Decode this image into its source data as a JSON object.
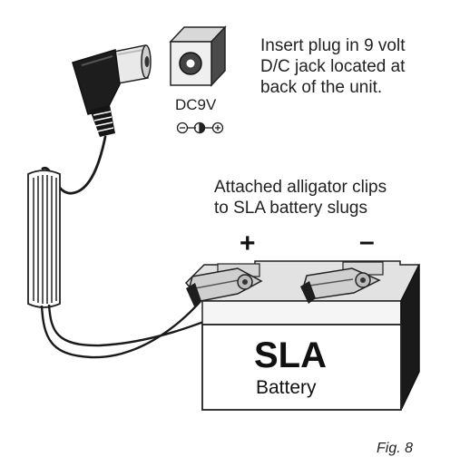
{
  "instruction_plug": [
    "Insert plug in 9 volt",
    "D/C jack located at",
    "back of the unit."
  ],
  "instruction_clips": [
    "Attached alligator clips",
    "to SLA battery slugs"
  ],
  "jack": {
    "label": "DC9V",
    "polarity": "⊖-◐-⊕"
  },
  "battery": {
    "positive": "+",
    "negative": "–",
    "title": "SLA",
    "subtitle": "Battery"
  },
  "figure_label": "Fig. 8",
  "icons": [
    "dc-jack-icon",
    "plug-icon",
    "power-adapter-icon",
    "alligator-clip-icon",
    "battery-icon"
  ]
}
